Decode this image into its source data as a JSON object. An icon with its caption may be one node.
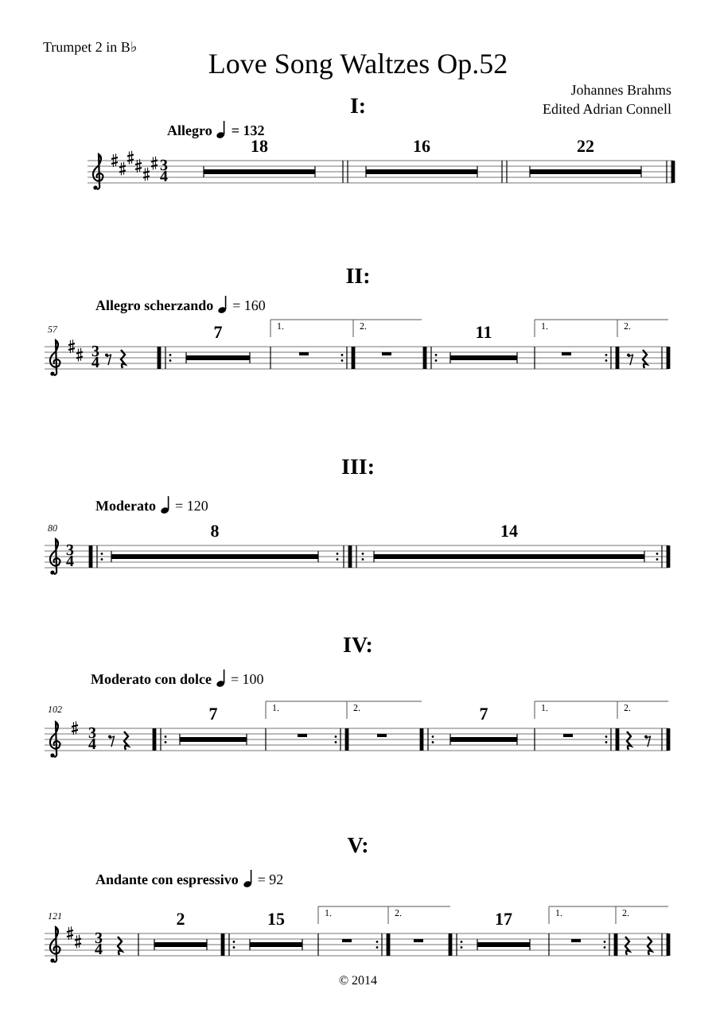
{
  "diagram": {
    "title": "Love Song Waltzes Op.52",
    "labels": [
      "Trumpet 2 in B♭",
      "Johannes Brahms",
      "I:",
      "Edited Adrian Connell",
      "Allegro",
      "= 132",
      "3",
      "4",
      "18",
      "16",
      "22",
      "II:",
      "Allegro scherzando",
      "= 160",
      "57",
      "3",
      "4",
      "7",
      "1.",
      "2.",
      "11",
      "1.",
      "2.",
      "III:",
      "Moderato",
      "= 120",
      "80",
      "3",
      "4",
      "8",
      "14",
      "IV:",
      "Moderato con dolce",
      "= 100",
      "102",
      "3",
      "4",
      "7",
      "1.",
      "2.",
      "7",
      "1.",
      "2.",
      "V:",
      "Andante con espressivo",
      "= 92",
      "121",
      "3",
      "4",
      "2",
      "15",
      "1.",
      "2.",
      "17",
      "1.",
      "2.",
      "© 2014"
    ]
  }
}
